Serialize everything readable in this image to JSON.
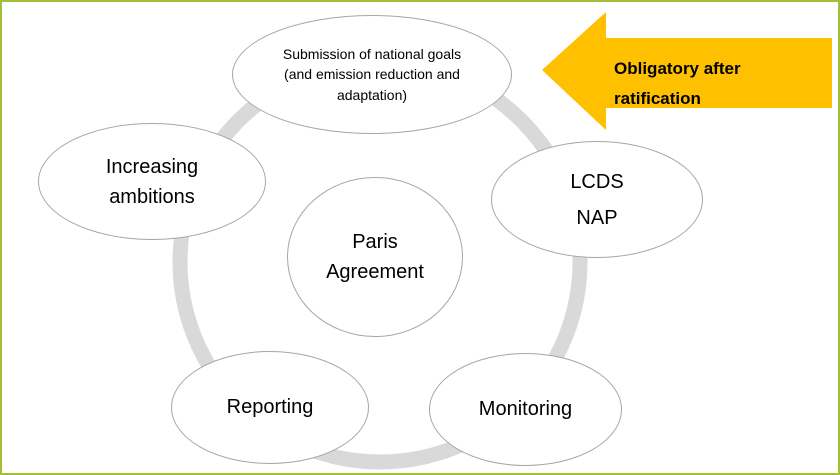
{
  "frame": {
    "border_color": "#a2c139",
    "background_color": "#ffffff"
  },
  "colors": {
    "ring": "#d9d9d9",
    "node_border": "#a6a6a6",
    "arrow_fill": "#FFC000",
    "arrow_stroke": "#cc9400"
  },
  "diagram": {
    "center_node": {
      "label": "Paris Agreement"
    },
    "nodes": {
      "top": {
        "label": "Submission of national goals (and emission reduction and adaptation)"
      },
      "left": {
        "label": "Increasing ambitions"
      },
      "right": {
        "label": "LCDS\nNAP"
      },
      "bottom_left": {
        "label": "Reporting"
      },
      "bottom_right": {
        "label": "Monitoring"
      }
    },
    "callout": {
      "label": "Obligatory after\nratification"
    }
  }
}
